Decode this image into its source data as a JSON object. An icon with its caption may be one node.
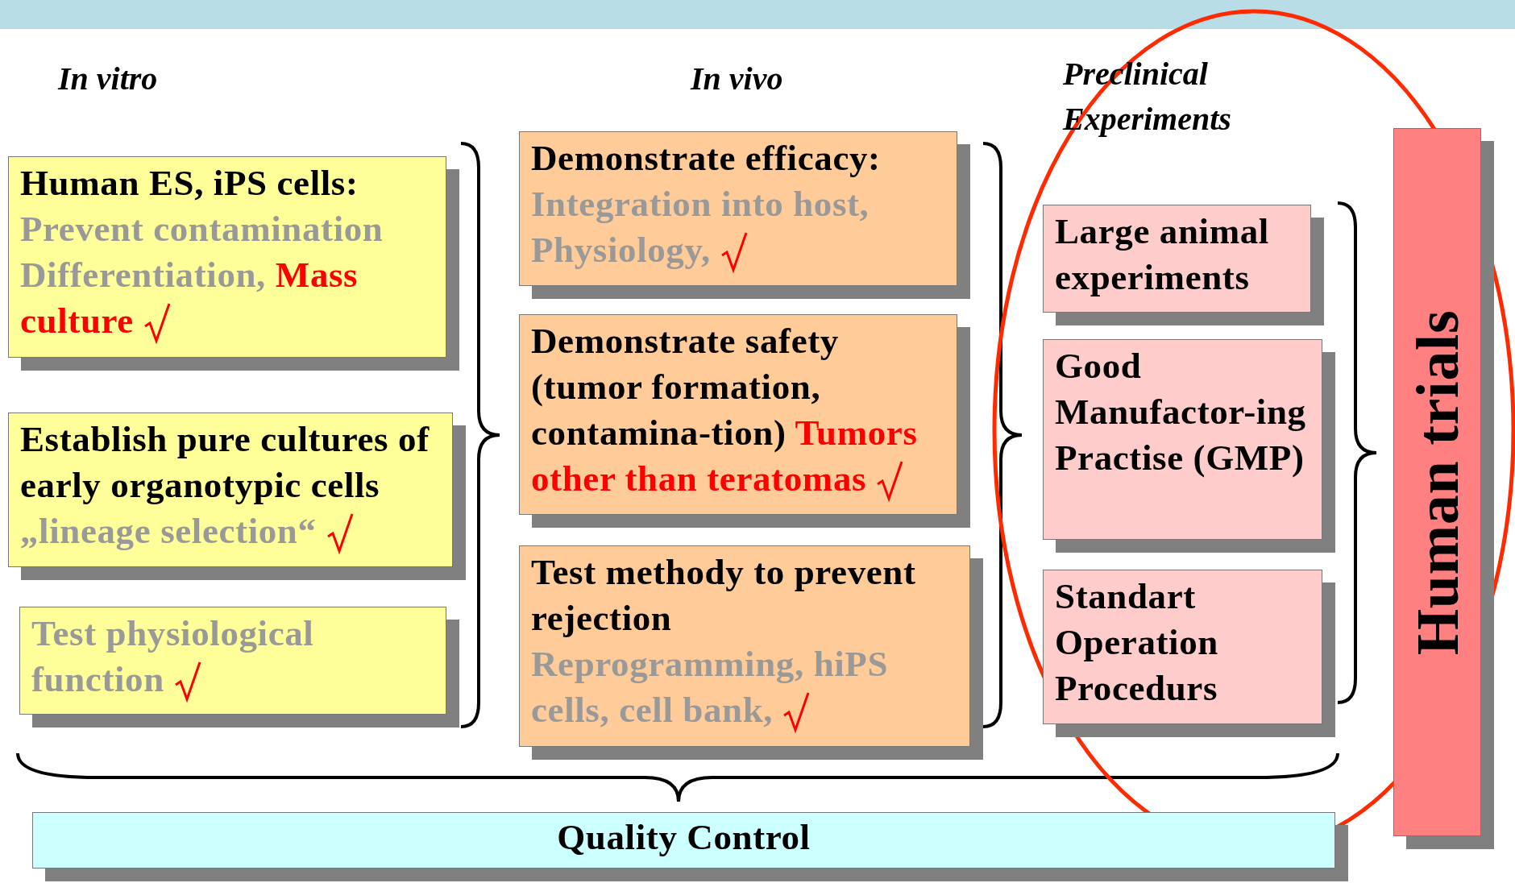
{
  "diagram": {
    "nodes": [
      {
        "text": [
          "Human ES, iPS cells:",
          "Prevent contamination Differentiation,",
          "Mass culture"
        ]
      },
      {
        "text": [
          "Establish pure cultures of early organotypic cells",
          "„lineage selection“"
        ]
      },
      {
        "text": [
          "Test physiological function"
        ]
      },
      {
        "text": [
          "Demonstrate efficacy:",
          "Integration into host, Physiology,"
        ]
      },
      {
        "text": [
          "Demonstrate safety (tumor formation, contamina-tion)",
          "Tumors other than teratomas"
        ]
      },
      {
        "text": [
          "Test methody to prevent rejection",
          "Reprogramming, hiPS cells, cell bank,"
        ]
      },
      {
        "text": [
          "Large animal experiments"
        ]
      },
      {
        "text": [
          "Good Manufactor-ing Practise (GMP)"
        ]
      },
      {
        "text": [
          "Standart Operation Procedurs"
        ]
      },
      {
        "text": [
          "Human trials"
        ]
      },
      {
        "text": [
          "Quality Control"
        ]
      }
    ],
    "edges": [],
    "labels": [
      "In vitro",
      "In vivo",
      "Preclinical Experiments"
    ]
  }
}
